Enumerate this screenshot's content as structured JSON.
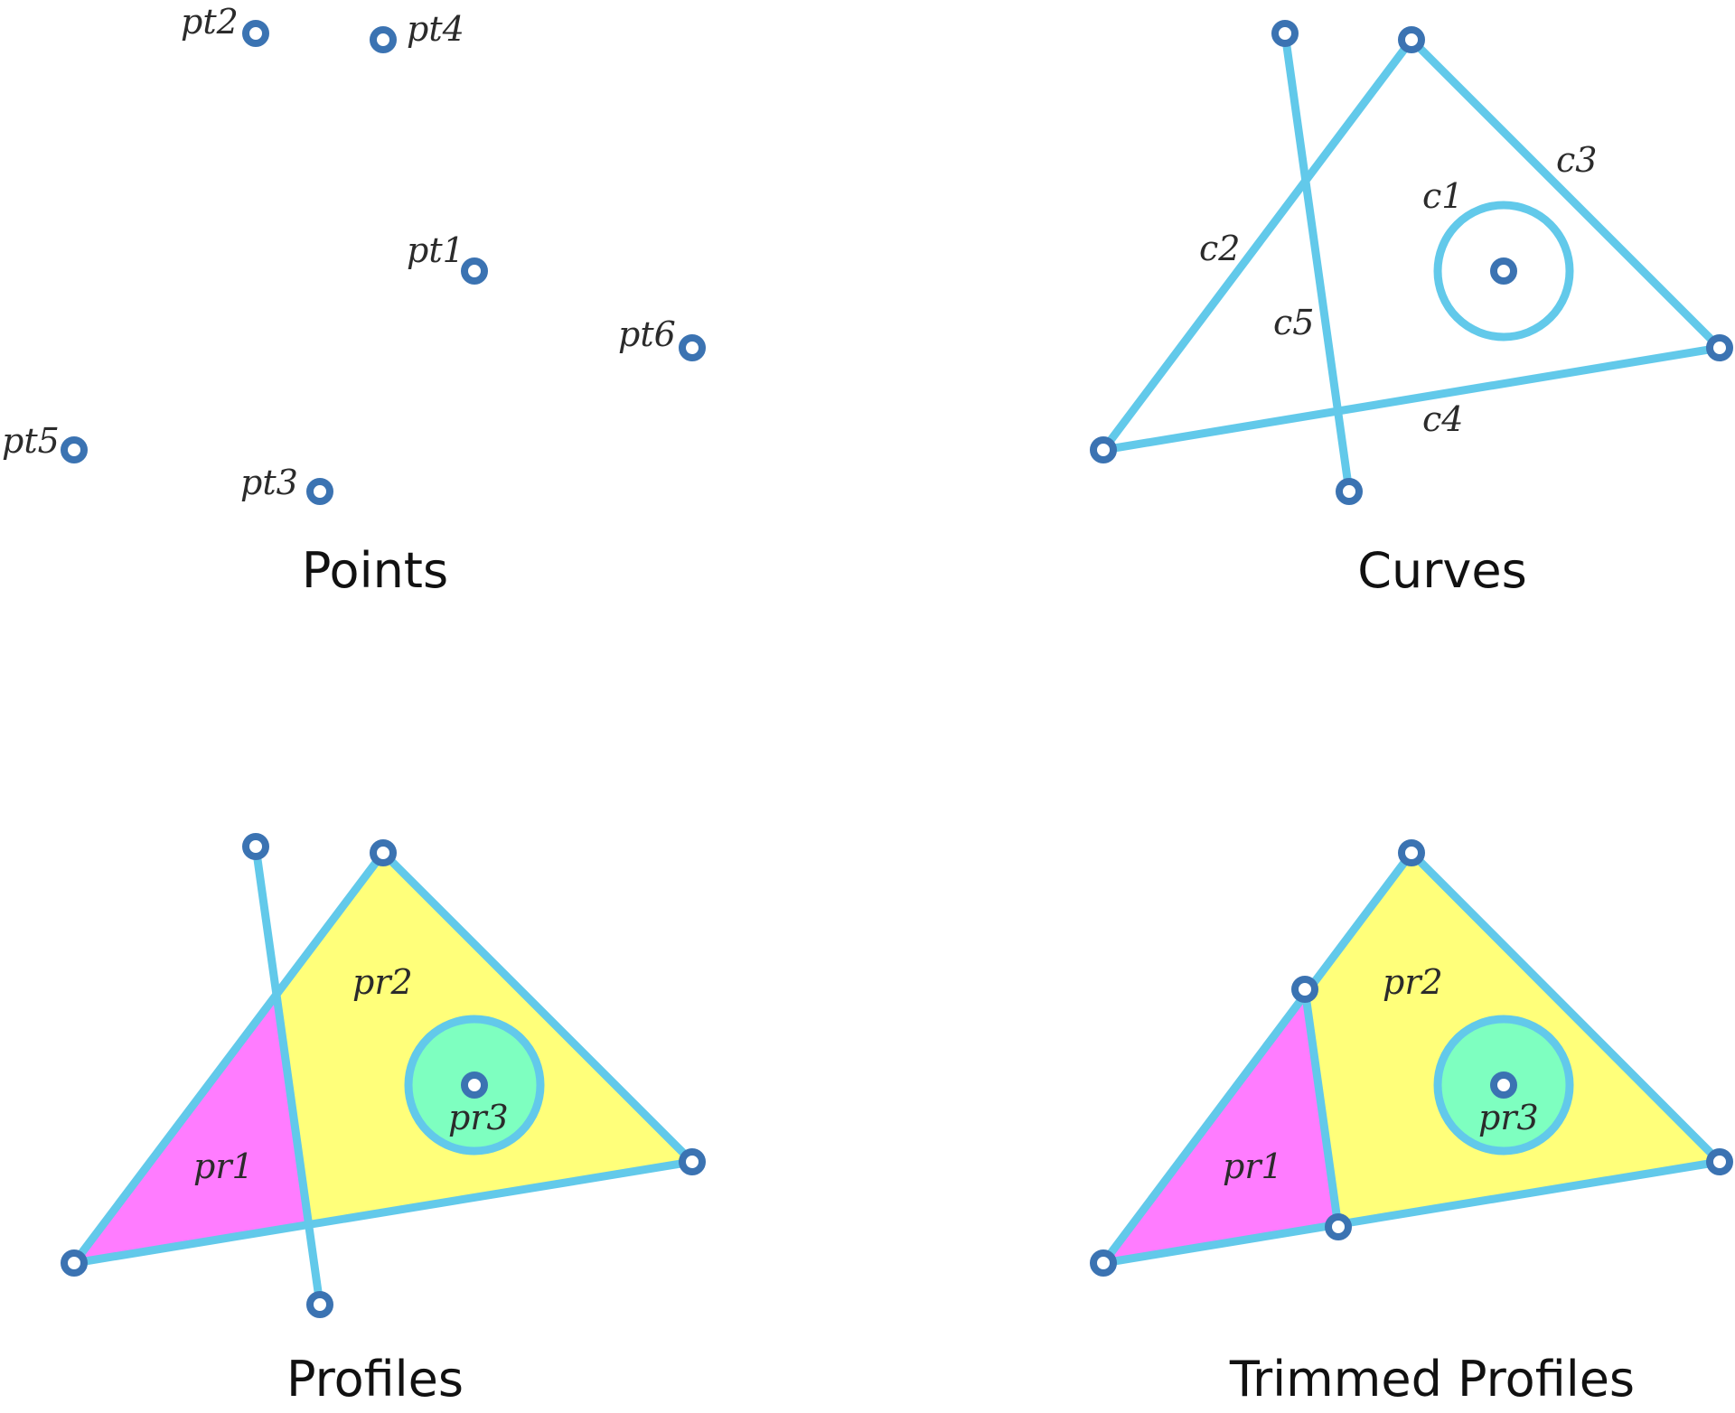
{
  "colors": {
    "curve": "#62c9ea",
    "point_outline": "#3b73b2",
    "profile_pr1": "#ff7cff",
    "profile_pr2": "#ffff7a",
    "profile_pr3": "#7effc0"
  },
  "panels": {
    "points": {
      "caption": "Points",
      "labels": [
        "pt1",
        "pt2",
        "pt3",
        "pt4",
        "pt5",
        "pt6"
      ]
    },
    "curves": {
      "caption": "Curves",
      "labels": [
        "c1",
        "c2",
        "c3",
        "c4",
        "c5"
      ]
    },
    "profiles": {
      "caption": "Profiles",
      "labels": [
        "pr1",
        "pr2",
        "pr3"
      ]
    },
    "trimmed": {
      "caption": "Trimmed Profiles",
      "labels": [
        "pr1",
        "pr2",
        "pr3"
      ]
    }
  }
}
